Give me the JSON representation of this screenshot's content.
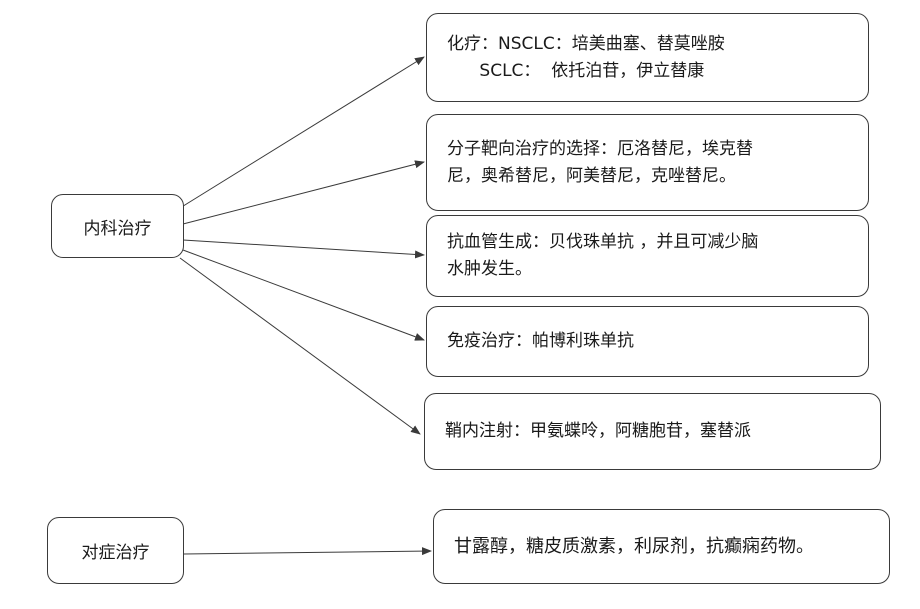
{
  "sources": {
    "internal": "内科治疗",
    "symptomatic": "对症治疗"
  },
  "treatments": [
    {
      "lines": [
        "化疗：NSCLC：培美曲塞、替莫唑胺",
        "      SCLC：  依托泊苷，伊立替康"
      ]
    },
    {
      "lines": [
        "分子靶向治疗的选择：厄洛替尼，埃克替",
        "尼，奥希替尼，阿美替尼，克唑替尼。"
      ]
    },
    {
      "lines": [
        "抗血管生成：贝伐珠单抗 ，并且可减少脑",
        "水肿发生。"
      ]
    },
    {
      "lines": [
        "免疫治疗：帕博利珠单抗"
      ]
    },
    {
      "lines": [
        "鞘内注射：甲氨蝶呤，阿糖胞苷，塞替派"
      ]
    }
  ],
  "symptomatic_treatment": "甘露醇，糖皮质激素，利尿剂，抗癫痫药物。",
  "colors": {
    "stroke": "#3a3a3a",
    "text": "#1a1a1a"
  }
}
